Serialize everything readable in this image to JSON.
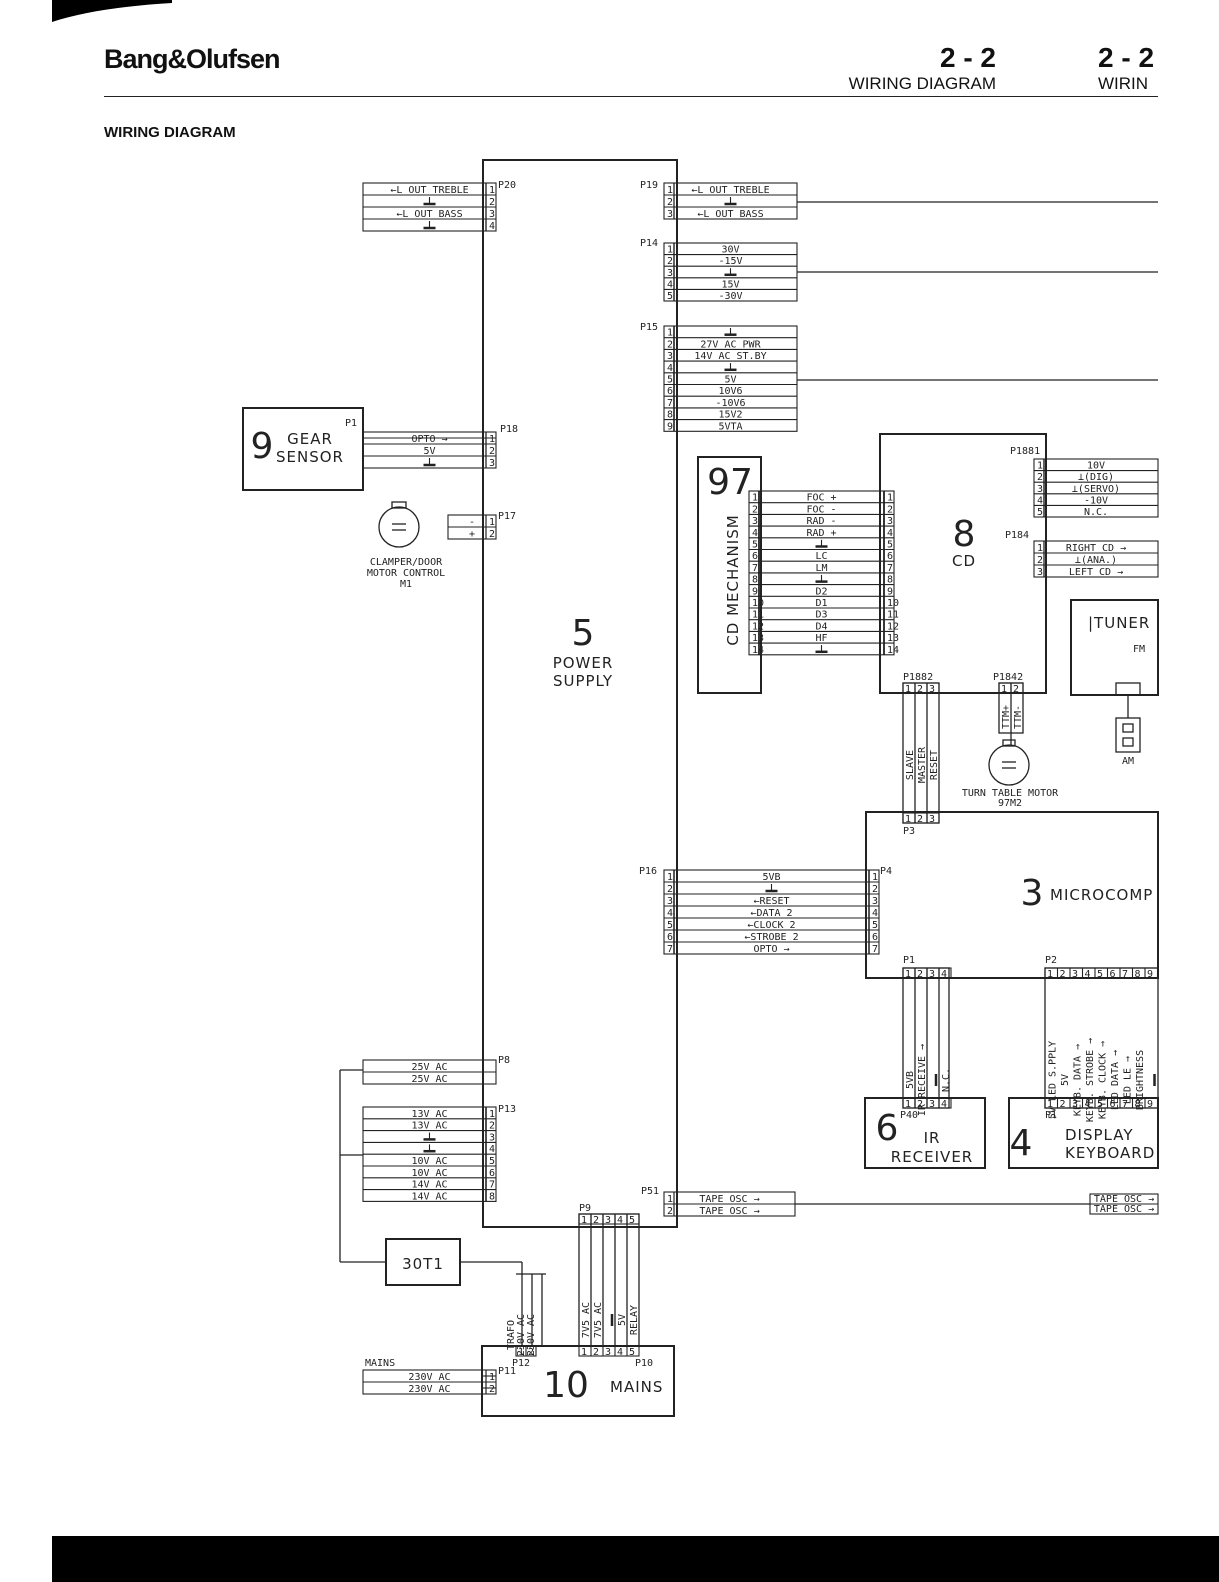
{
  "header": {
    "brand": "Bang&Olufsen",
    "page_number": "2 - 2",
    "page_title": "WIRING DIAGRAM",
    "page_number_right": "2 - 2",
    "page_title_right": "WIRIN"
  },
  "section_title": "WIRING DIAGRAM",
  "modules": {
    "power": {
      "num": "5",
      "name1": "POWER",
      "name2": "SUPPLY"
    },
    "gear": {
      "num": "9",
      "name1": "GEAR",
      "name2": "SENSOR",
      "plug": "P1"
    },
    "cdmech": {
      "num": "97",
      "name": "CD MECHANISM"
    },
    "cd": {
      "num": "8",
      "name": "CD"
    },
    "tuner": {
      "name": "TUNER",
      "fm": "FM"
    },
    "micro": {
      "num": "3",
      "name": "MICROCOMP"
    },
    "ir": {
      "num": "6",
      "name1": "IR",
      "name2": "RECEIVER",
      "plug": "P40"
    },
    "display": {
      "num": "4",
      "name1": "DISPLAY",
      "name2": "KEYBOARD",
      "plug": "P1"
    },
    "mains": {
      "num": "10",
      "name": "MAINS"
    },
    "fuse": {
      "label": "30T1"
    }
  },
  "labels": {
    "clamper1": "CLAMPER/DOOR",
    "clamper2": "MOTOR CONTROL",
    "clamper3": "M1",
    "turntable1": "TURN TABLE MOTOR",
    "turntable2": "97M2",
    "am": "AM",
    "mains_in": "MAINS",
    "trafo": "TRAFO"
  },
  "connectors": {
    "p20": {
      "name": "P20",
      "pins": [
        "←L OUT TREBLE",
        "⊥",
        "←L OUT BASS",
        "⊥"
      ]
    },
    "p19": {
      "name": "P19",
      "pins": [
        "←L OUT TREBLE",
        "⊥",
        "←L OUT BASS"
      ]
    },
    "p14": {
      "name": "P14",
      "pins": [
        "30V",
        "-15V",
        "⊥",
        "15V",
        "-30V"
      ]
    },
    "p15": {
      "name": "P15",
      "pins": [
        "⊥",
        "27V AC PWR",
        "14V AC ST.BY",
        "⊥",
        "5V",
        "10V6",
        "-10V6",
        "15V2",
        "5VTA"
      ]
    },
    "p18": {
      "name": "P18",
      "pins": [
        "OPTO →",
        "5V",
        "⊥"
      ]
    },
    "p17": {
      "name": "P17",
      "pins": [
        "-",
        "+"
      ]
    },
    "cdmech": {
      "pins": [
        "FOC +",
        "FOC -",
        "RAD -",
        "RAD +",
        "⊥",
        "LC",
        "LM",
        "⊥",
        "D2",
        "D1",
        "D3",
        "D4",
        "HF",
        "⊥"
      ]
    },
    "p1881": {
      "name": "P1881",
      "pins": [
        "10V",
        "⊥(DIG)",
        "⊥(SERVO)",
        "-10V",
        "N.C."
      ]
    },
    "p184": {
      "name": "P184",
      "pins": [
        "RIGHT CD →",
        "⊥(ANA.)",
        "LEFT CD →"
      ]
    },
    "p1882": {
      "name": "P1882",
      "pins": [
        "SLAVE",
        "MASTER",
        "RESET"
      ]
    },
    "p1842": {
      "name": "P1842",
      "pins": [
        "TTM+",
        "TTM-"
      ]
    },
    "p3": {
      "name": "P3"
    },
    "p16": {
      "name": "P16",
      "pins": [
        "5VB",
        "⊥",
        "←RESET",
        "←DATA 2",
        "←CLOCK 2",
        "←STROBE 2",
        "OPTO →"
      ]
    },
    "p4": {
      "name": "P4"
    },
    "p1ir": {
      "name": "P1",
      "pins": [
        "5VB",
        "IR RECEIVE →",
        "⊥",
        "N.C."
      ]
    },
    "p2": {
      "name": "P2",
      "pins": [
        "5V LED S.PPLY",
        "5V",
        "KEYB. DATA →",
        "KEYB. STROBE →",
        "KEYB. CLOCK →",
        "LED DATA →",
        "LED LE →",
        "BRIGHTNESS",
        "⊥"
      ]
    },
    "p8": {
      "name": "P8",
      "pins": [
        "25V AC",
        "25V AC"
      ]
    },
    "p13": {
      "name": "P13",
      "pins": [
        "13V AC",
        "13V AC",
        "⊥",
        "⊥",
        "10V AC",
        "10V AC",
        "14V AC",
        "14V AC"
      ]
    },
    "p51": {
      "name": "P51",
      "pins": [
        "TAPE OSC →",
        "TAPE OSC →"
      ]
    },
    "p51r": {
      "pins": [
        "TAPE OSC →",
        "TAPE OSC →"
      ]
    },
    "p9": {
      "name": "P9",
      "pins": [
        "7V5 AC",
        "7V5 AC",
        "⊥",
        "5V",
        "RELAY"
      ]
    },
    "p12": {
      "name": "P12",
      "pins": [
        "230V AC",
        "230V AC"
      ]
    },
    "p10": {
      "name": "P10"
    },
    "p11": {
      "name": "P11",
      "pins": [
        "230V AC",
        "230V AC"
      ]
    }
  }
}
